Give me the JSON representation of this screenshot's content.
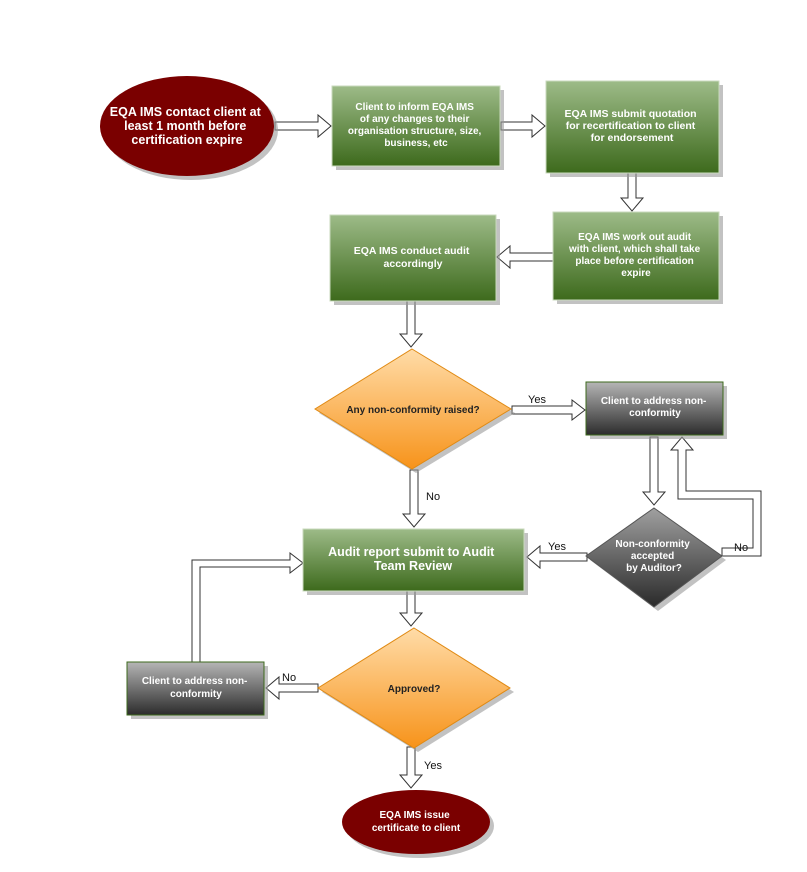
{
  "nodes": {
    "start_ellipse": {
      "lines": [
        "EQA IMS contact client at",
        "least 1 month before",
        "certification expire"
      ]
    },
    "inform_changes": {
      "lines": [
        "Client to inform EQA IMS",
        "of any changes to their",
        "organisation structure, size,",
        "business, etc"
      ]
    },
    "submit_quotation": {
      "lines": [
        "EQA IMS submit quotation",
        "for recertification to client",
        "for endorsement"
      ]
    },
    "work_out_audit": {
      "lines": [
        "EQA IMS work out audit",
        "with client, which shall take",
        "place before certification",
        "expire"
      ]
    },
    "conduct_audit": {
      "lines": [
        "EQA IMS conduct audit",
        "accordingly"
      ]
    },
    "nc_raised": {
      "lines": [
        "Any non-conformity raised?"
      ]
    },
    "address_nc_right": {
      "lines": [
        "Client to address non-",
        "conformity"
      ]
    },
    "nc_accepted": {
      "lines": [
        "Non-conformity",
        "accepted",
        "by Auditor?"
      ]
    },
    "audit_report": {
      "lines": [
        "Audit report submit to Audit",
        "Team Review"
      ]
    },
    "approved": {
      "lines": [
        "Approved?"
      ]
    },
    "address_nc_left": {
      "lines": [
        "Client to address non-",
        "conformity"
      ]
    },
    "issue_certificate": {
      "lines": [
        "EQA IMS issue",
        "certificate to client"
      ]
    }
  },
  "edge_labels": {
    "nc_raised_yes": "Yes",
    "nc_raised_no": "No",
    "nc_accepted_yes": "Yes",
    "nc_accepted_no": "No",
    "approved_no": "No",
    "approved_yes": "Yes"
  },
  "colors": {
    "green_top": "#8fb07a",
    "green_bottom": "#3f6b1e",
    "gray_top": "#a8a8a8",
    "gray_bottom": "#2f2f2f",
    "orange_top": "#ffd39a",
    "orange_bottom": "#f7941d",
    "maroon": "#7a0000",
    "arrow_stroke": "#333333"
  }
}
